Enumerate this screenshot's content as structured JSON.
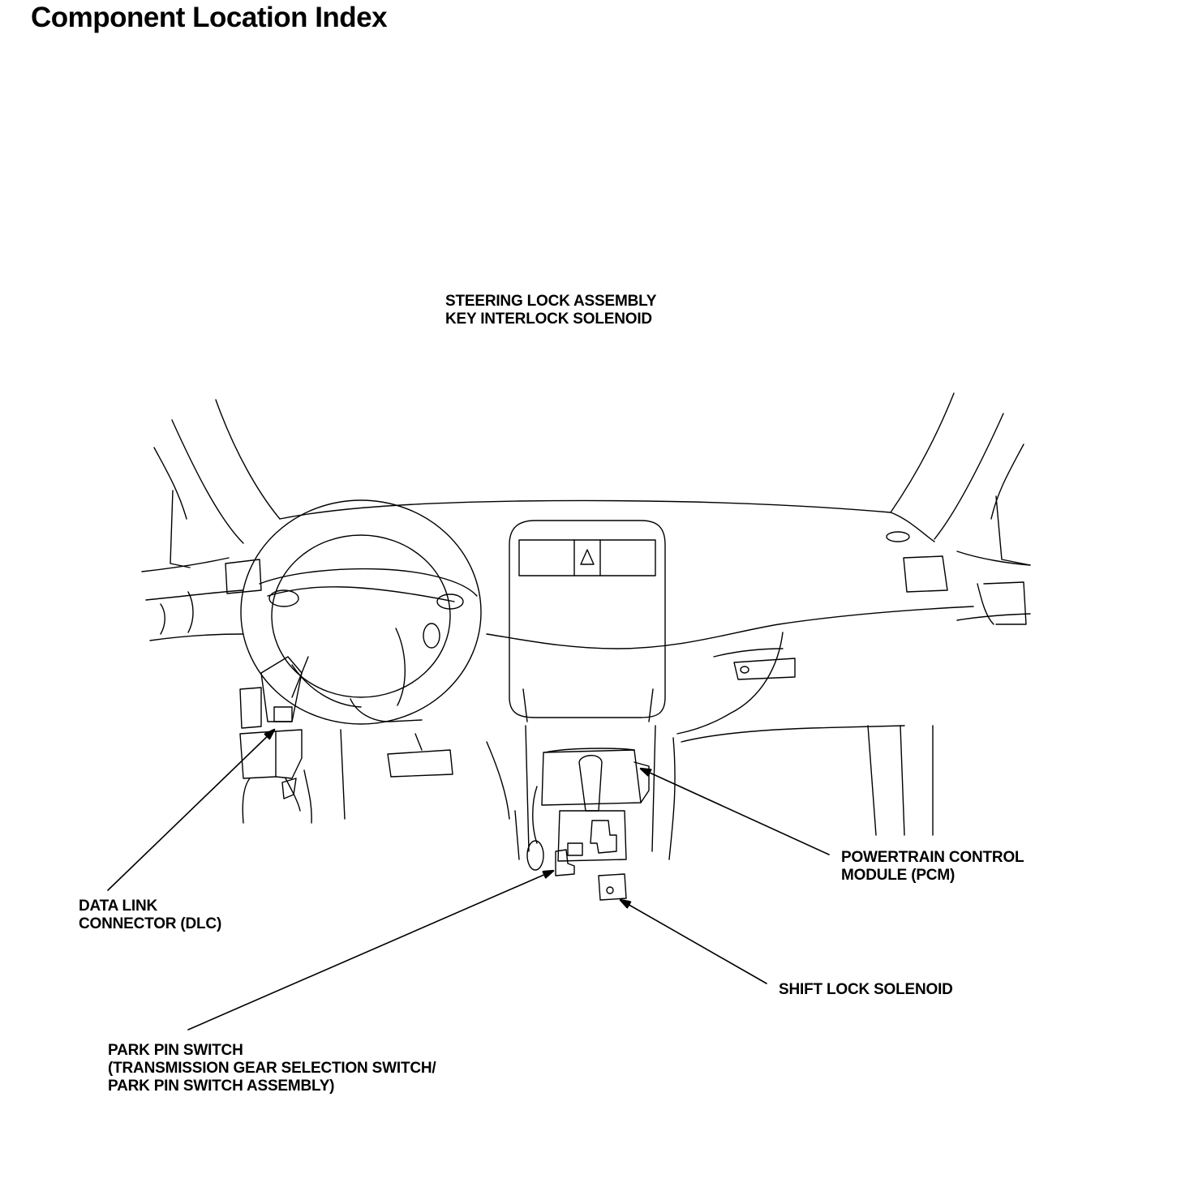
{
  "page": {
    "title": "Component Location Index"
  },
  "callouts": {
    "steering_lock": {
      "lines": [
        "STEERING LOCK ASSEMBLY",
        "KEY INTERLOCK SOLENOID"
      ]
    },
    "dlc": {
      "lines": [
        "DATA LINK",
        "CONNECTOR (DLC)"
      ]
    },
    "pcm": {
      "lines": [
        "POWERTRAIN CONTROL",
        "MODULE (PCM)"
      ]
    },
    "shift_lock": {
      "lines": [
        "SHIFT LOCK SOLENOID"
      ]
    },
    "park_pin": {
      "lines": [
        "PARK PIN SWITCH",
        "(TRANSMISSION GEAR SELECTION SWITCH/",
        "PARK PIN SWITCH ASSEMBLY)"
      ]
    }
  },
  "colors": {
    "ink": "#000000",
    "paper": "#ffffff"
  }
}
